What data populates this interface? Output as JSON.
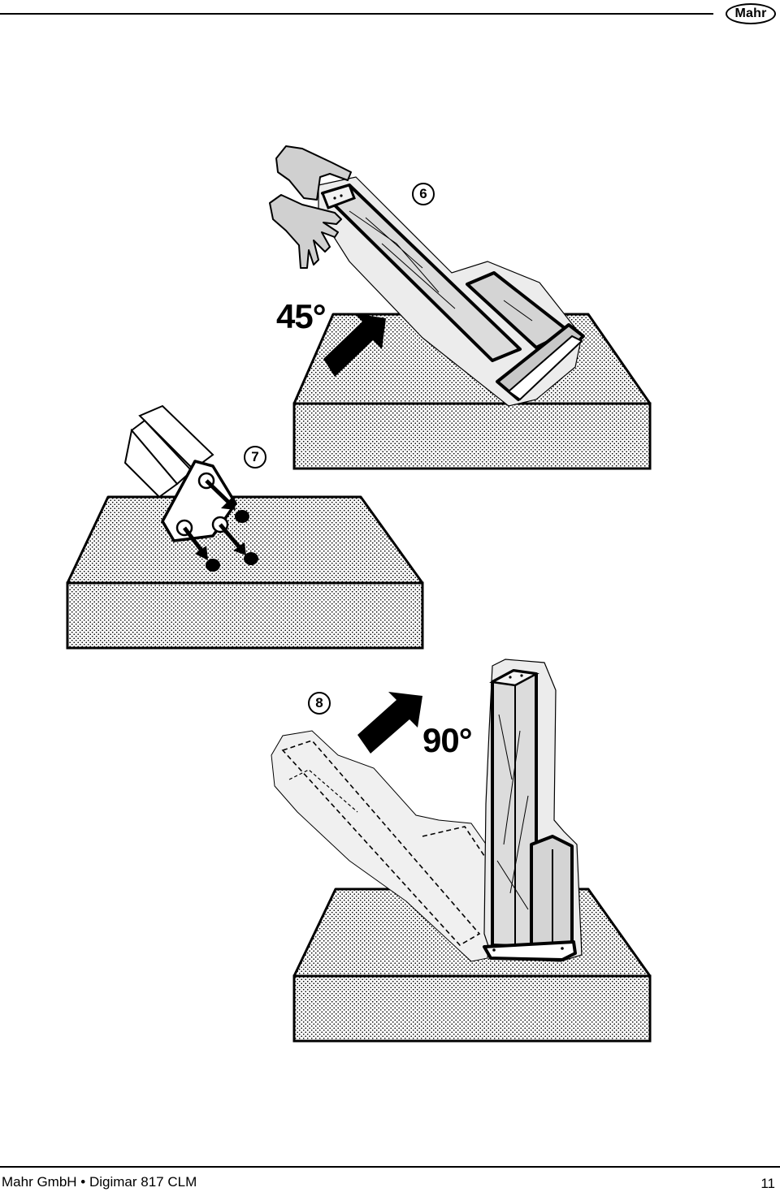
{
  "header": {
    "logo_text": "Mahr"
  },
  "steps": [
    {
      "number": "6",
      "angle": "45°"
    },
    {
      "number": "7"
    },
    {
      "number": "8",
      "angle": "90°"
    }
  ],
  "footer": {
    "left_text": "Mahr GmbH • Digimar 817 CLM",
    "page_number": "11"
  },
  "colors": {
    "ink": "#000000",
    "column_fill": "#dcdcdc",
    "wrap_fill": "#eeeeee",
    "paper": "#ffffff"
  }
}
